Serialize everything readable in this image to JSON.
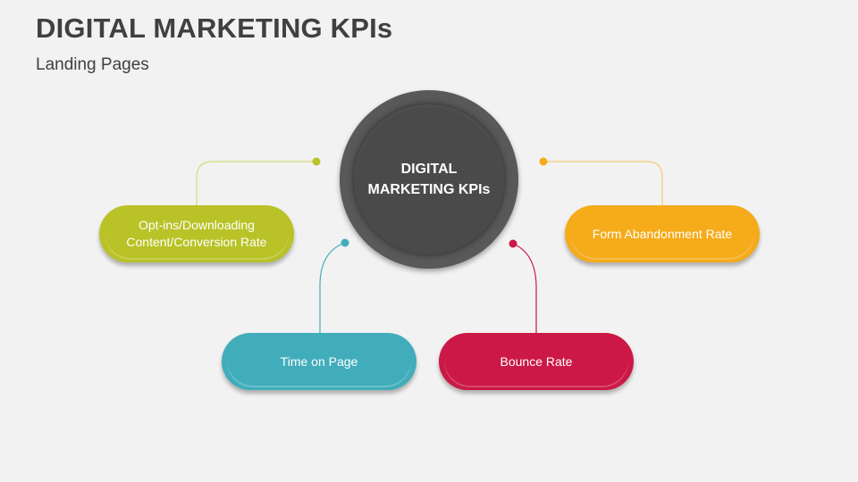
{
  "header": {
    "title": "DIGITAL MARKETING KPIs",
    "subtitle": "Landing Pages"
  },
  "hub": {
    "line1": "DIGITAL",
    "line2": "MARKETING KPIs",
    "outer_color": "#595959",
    "inner_color": "#4a4a4a"
  },
  "nodes": [
    {
      "id": "optins",
      "line1": "Opt-ins/Downloading",
      "line2": "Content/Conversion Rate",
      "color": "#b9c226"
    },
    {
      "id": "form",
      "line1": "Form Abandonment Rate",
      "line2": "",
      "color": "#f5ab1a"
    },
    {
      "id": "time",
      "line1": "Time on Page",
      "line2": "",
      "color": "#41adbb"
    },
    {
      "id": "bounce",
      "line1": "Bounce Rate",
      "line2": "",
      "color": "#cc1846"
    }
  ]
}
